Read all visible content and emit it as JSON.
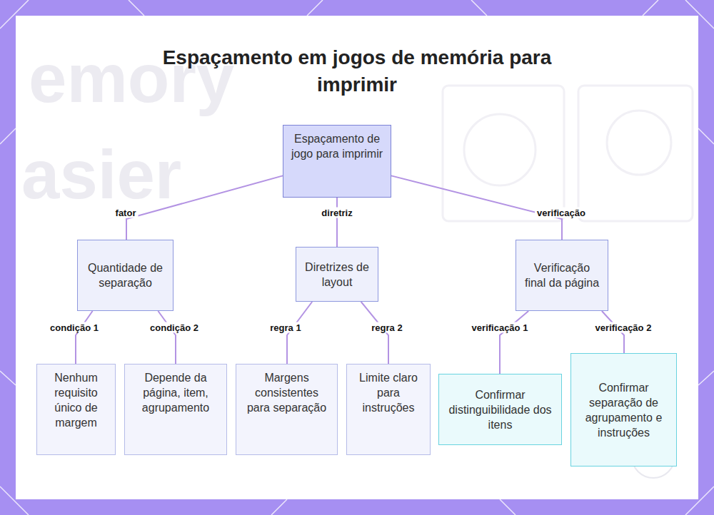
{
  "diagram": {
    "title": "Espaçamento em jogos de memória para imprimir",
    "nodes": [
      {
        "text": [
          "Espaçamento de jogo para imprimir"
        ]
      },
      {
        "text": [
          "Quantidade de separação"
        ]
      },
      {
        "text": [
          "Diretrizes de layout"
        ]
      },
      {
        "text": [
          "Verificação final da página"
        ]
      },
      {
        "text": [
          "Nenhum requisito único de margem"
        ]
      },
      {
        "text": [
          "Depende da página, item, agrupamento"
        ]
      },
      {
        "text": [
          "Margens consistentes para separação"
        ]
      },
      {
        "text": [
          "Limite claro para instruções"
        ]
      },
      {
        "text": [
          "Confirmar distinguibilidade dos itens"
        ]
      },
      {
        "text": [
          "Confirmar separação de agrupamento e instruções"
        ]
      }
    ],
    "edges": [
      {
        "from": 0,
        "to": 1,
        "label": "fator",
        "arrow": "none"
      },
      {
        "from": 0,
        "to": 2,
        "label": "diretriz",
        "arrow": "none"
      },
      {
        "from": 0,
        "to": 3,
        "label": "verificação",
        "arrow": "none"
      },
      {
        "from": 1,
        "to": 4,
        "label": "condição 1",
        "arrow": "none"
      },
      {
        "from": 1,
        "to": 5,
        "label": "condição 2",
        "arrow": "none"
      },
      {
        "from": 2,
        "to": 6,
        "label": "regra 1",
        "arrow": "none"
      },
      {
        "from": 2,
        "to": 7,
        "label": "regra 2",
        "arrow": "none"
      },
      {
        "from": 3,
        "to": 8,
        "label": "verificação 1",
        "arrow": "none"
      },
      {
        "from": 3,
        "to": 9,
        "label": "verificação 2",
        "arrow": "none"
      }
    ],
    "labels": [
      "emory",
      "asier"
    ]
  }
}
